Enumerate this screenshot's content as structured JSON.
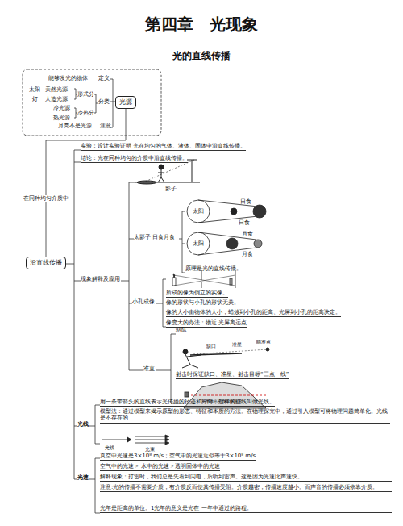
{
  "diagram": {
    "title": "第四章　光现象",
    "nodes": [
      {
        "text": [
          "光源"
        ]
      },
      {
        "text": [
          "沿直线传播"
        ]
      }
    ],
    "edges": [
      {
        "from": 0,
        "to": 1,
        "arrow": "none",
        "label": "在同种均匀介质中"
      }
    ],
    "labels": [
      "光的直线传播",
      "能够发光的物体",
      "定义",
      "太阳",
      "天然光源",
      "灯",
      "人造光源",
      "形式分",
      "冷光源",
      "热光源",
      "冷热分",
      "分类",
      "月亮不是光源",
      "注意",
      "实验：设计实验证明 光在均匀的气体、液体、固体中沿直线传播。",
      "结论：光在同种均匀的介质中沿直线传播。",
      "影子",
      "太影子 日食月食",
      "太阳",
      "日食",
      "日食",
      "太阳",
      "月食",
      "月食",
      "原理是光的直线传播。",
      "小孔成像",
      "所成的像为倒立的实像。",
      "像的形状与小孔的形状无关。",
      "像的大小由物体的大小，蜡烛到小孔的距离、光屏到小孔的距离决定。",
      "像变大的办法：物近 光屏离远点",
      "现象解释及应用",
      "准直",
      "站队",
      "缺口",
      "准星",
      "瞄准点",
      "射击时保证缺口、准星、射击目标“三点一线”",
      "利用激光准直挖掘隧道",
      "光线",
      "用一条带箭头的直线表示光传播的径迹和方向，这样的直线叫做光线。",
      "模型法：通过模型来揭示原型的形态、特征和本质的方法。在物理探究中，通过引入模型可将物理问题简单化。光线是不存在的",
      "光线",
      "光束",
      "光速",
      "真空中光速是3×10⁸ m/s；空气中的光速近似等于3×10⁸ m/s",
      "空气中的光速＞ 水中的光速＞透明固体中的光速",
      "解释现象：打雷时，我们总是先看到闪电，后听到雷声。这是因为光速比声速快。",
      "注意:光的传播不需要介质，有介质反而使其传播受阻。介质越密，传播速度越小。而声音的传播必须依靠介质。",
      "光年是距离的单位。1光年的意义是光在 一年中通过的路程。"
    ]
  }
}
